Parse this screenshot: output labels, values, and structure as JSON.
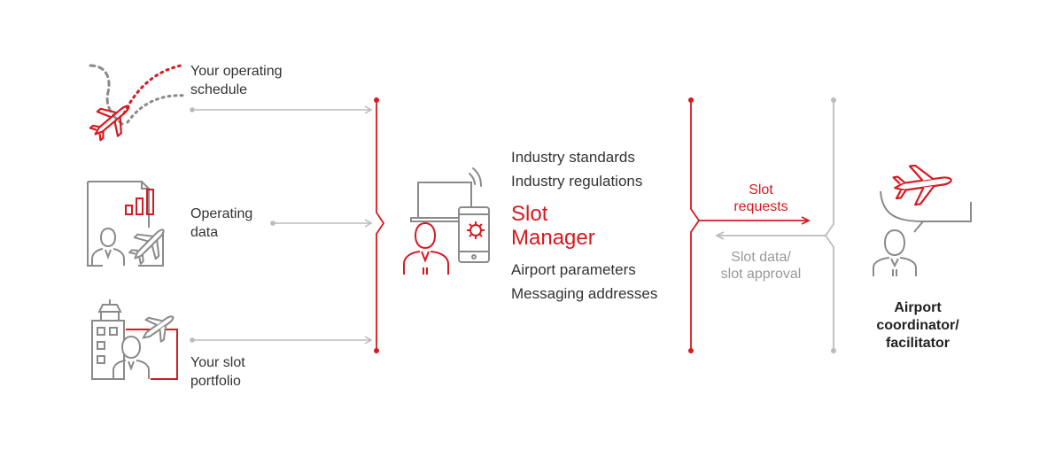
{
  "colors": {
    "accent": "#d71920",
    "gray": "#bbbbbb",
    "icon_gray": "#8a8a8a",
    "text": "#333333"
  },
  "inputs": [
    {
      "lines": [
        "Your operating",
        "schedule"
      ],
      "icon": "airplane-route-icon"
    },
    {
      "lines": [
        "Operating",
        "data"
      ],
      "icon": "operating-data-icon"
    },
    {
      "lines": [
        "Your slot",
        "portfolio"
      ],
      "icon": "slot-portfolio-icon"
    }
  ],
  "center": {
    "top_items": [
      "Industry standards",
      "Industry regulations"
    ],
    "title_lines": [
      "Slot",
      "Manager"
    ],
    "bottom_items": [
      "Airport parameters",
      "Messaging addresses"
    ],
    "icon": "slot-manager-device-icon"
  },
  "flows": {
    "outgoing": [
      "Slot",
      "requests"
    ],
    "incoming": [
      "Slot data/",
      "slot approval"
    ]
  },
  "coordinator": {
    "lines": [
      "Airport",
      "coordinator/",
      "facilitator"
    ],
    "icon": "airport-coordinator-icon"
  }
}
